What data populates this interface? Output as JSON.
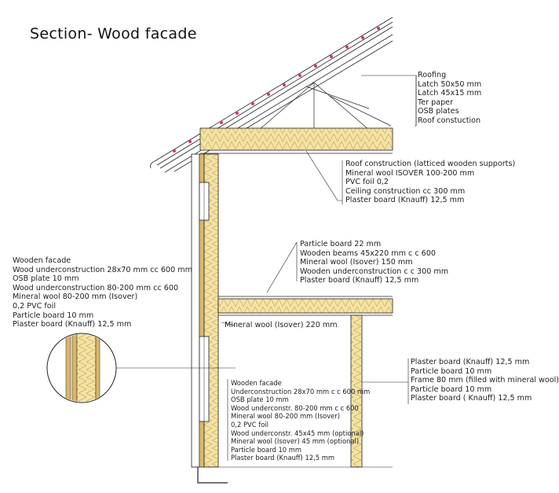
{
  "title": "Section- Wood facade",
  "labels": {
    "roof": [
      "Roofing",
      "Latch  50x50 mm",
      "Latch 45x15 mm",
      "Ter paper",
      "OSB plates",
      "Roof constuction"
    ],
    "roof_construction": [
      "Roof construction (latticed wooden supports)",
      "Mineral wool ISOVER 100-200 mm",
      "PVC foil  0,2",
      "Ceiling construction  cc 300 mm",
      "Plaster board (Knauff) 12,5 mm"
    ],
    "floor": [
      "Particle board 22 mm",
      "Wooden beams 45x220 mm c c 600",
      "Mineral wool (Isover) 150 mm",
      "Wooden underconstruction c c 300 mm",
      "Plaster board (Knauff)  12,5 mm"
    ],
    "wall_upper": [
      "Wooden facade",
      "Wood underconstruction 28x70 mm cc 600 mm",
      "OSB plate 10 mm",
      "Wood underconstruction  80-200 mm cc 600",
      "Mineral wool 80-200 mm (Isover)",
      "0,2 PVC foil",
      "Particle board 10 mm",
      "Plaster board (Knauff) 12,5 mm"
    ],
    "mineral_wool_220": "Mineral wool (Isover) 220 mm",
    "partition": [
      "Plaster board (Knauff) 12,5 mm",
      "Particle board 10 mm",
      "Frame 80 mm (filled with mineral wool)",
      "Particle board     10 mm",
      "Plaster board ( Knauff) 12,5 mm"
    ],
    "wall_lower": [
      "Wooden facade",
      "Underconstruction 28x70 mm c c 600 mm",
      "OSB plate 10 mm",
      "Wood underconstr. 80-200 mm c c 600",
      "Mineral wool 80-200 mm (Isover)",
      "0,2 PVC foil",
      "Wood underconstr. 45x45 mm (optional)",
      "Mineral wool (Isover) 45 mm (optional)",
      "Particle board 10 mm",
      "Plaster board (Knauff) 12,5 mm"
    ]
  },
  "colors": {
    "insulation": "#f3e3a6",
    "wood": "#d9b86a",
    "line": "#222222",
    "accent": "#d23a5a"
  }
}
